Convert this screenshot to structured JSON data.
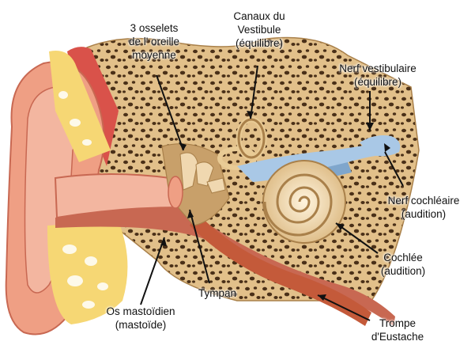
{
  "colors": {
    "bone": "#e2c08a",
    "bone_dark": "#a9804a",
    "bone_pore": "#4a3018",
    "skin": "#ef9f84",
    "skin_dark": "#c86852",
    "fat": "#f6d774",
    "canal": "#f3b6a0",
    "cochlea": "#e9cb95",
    "nerve": "#a9c8e6",
    "muscle": "#d9524a",
    "eustachian": "#c45a3a",
    "pointer": "#111111"
  },
  "labels": {
    "ossicles": [
      "3 osselets",
      "de l' oreille",
      "moyenne"
    ],
    "canals": [
      "Canaux du",
      "Vestibule",
      "(équilibre)"
    ],
    "vestibular_nerve": [
      "Nerf vestibulaire",
      "(équilibre)"
    ],
    "cochlear_nerve": [
      "Nerf cochléaire",
      "(audition)"
    ],
    "cochlea": [
      "Cochlée",
      "(audition)"
    ],
    "eardrum": [
      "Tympan"
    ],
    "mastoid": [
      "Os mastoïdien",
      "(mastoïde)"
    ],
    "eustachian_tube": [
      "Trompe",
      "d'Eustache"
    ]
  }
}
